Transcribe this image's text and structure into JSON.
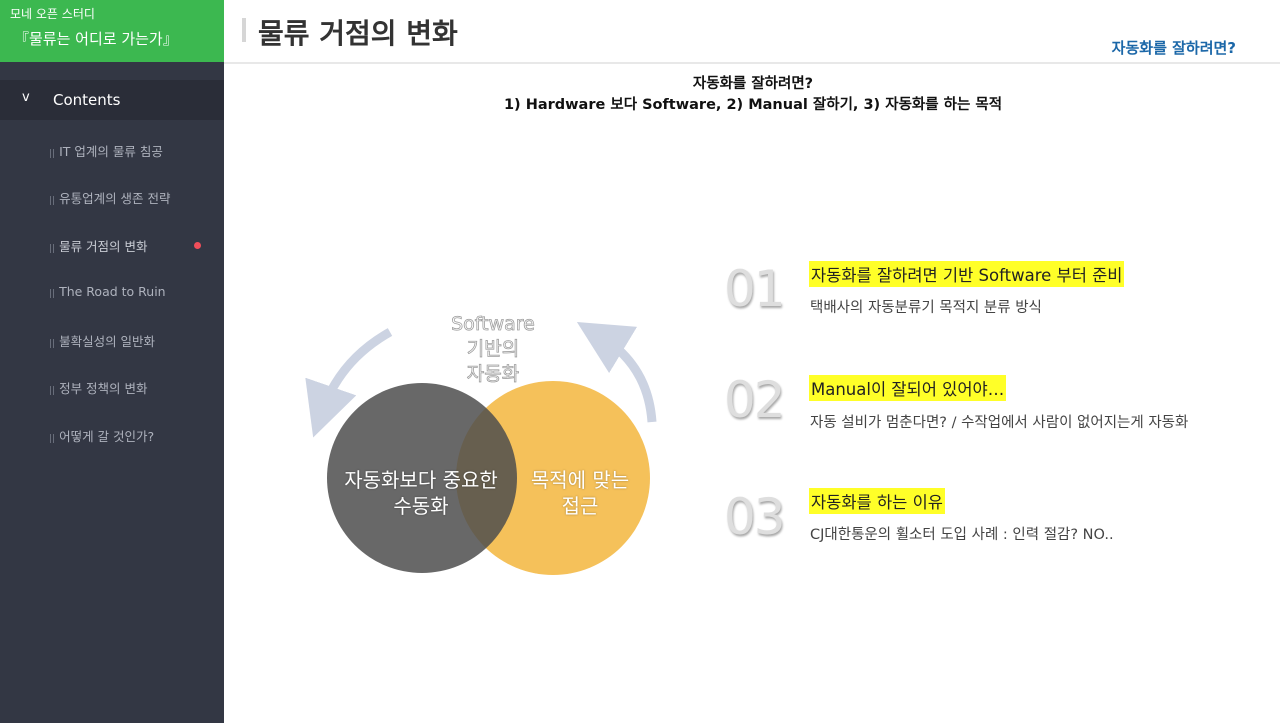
{
  "sidebar": {
    "series": "모네 오픈 스터디",
    "book": "『물류는 어디로 가는가』",
    "menu_chevron": "v",
    "menu_label": "Contents",
    "items": [
      {
        "label": "IT 업계의 물류 침공"
      },
      {
        "label": "유통업계의 생존 전략"
      },
      {
        "label": "물류 거점의 변화"
      },
      {
        "label": "The Road to Ruin"
      },
      {
        "label": "불확실성의 일반화"
      },
      {
        "label": "정부 정책의 변화"
      },
      {
        "label": "어떻게 갈 것인가?"
      }
    ],
    "active_index": 2,
    "active_dot_color": "#f04e5a",
    "brand_color": "#3cb850"
  },
  "header": {
    "title": "물류 거점의 변화",
    "top_link": "자동화를 잘하려면?"
  },
  "intro": {
    "line1": "자동화를 잘하려면?",
    "line2": "1) Hardware 보다 Software,  2) Manual 잘하기, 3) 자동화를 하는 목적"
  },
  "venn": {
    "top_label_lines": [
      "Software",
      "기반의",
      "자동화"
    ],
    "left_lines": [
      "자동화보다 중요한",
      "수동화"
    ],
    "right_lines": [
      "목적에 맞는",
      "접근"
    ],
    "left_color": "#5e5e5e",
    "right_color": "#f5c15a",
    "arrow_color": "#ccd3e2"
  },
  "points": [
    {
      "num": "01",
      "headline": "자동화를 잘하려면 기반 Software 부터 준비",
      "desc": "택배사의 자동분류기 목적지 분류 방식"
    },
    {
      "num": "02",
      "headline": "Manual이 잘되어 있어야…",
      "desc": "자동 설비가 멈춘다면? / 수작업에서 사람이 없어지는게 자동화"
    },
    {
      "num": "03",
      "headline": "자동화를 하는 이유",
      "desc": "CJ대한통운의 휠소터 도입 사례 : 인력 절감? NO.."
    }
  ],
  "highlight_color": "#ffff28"
}
